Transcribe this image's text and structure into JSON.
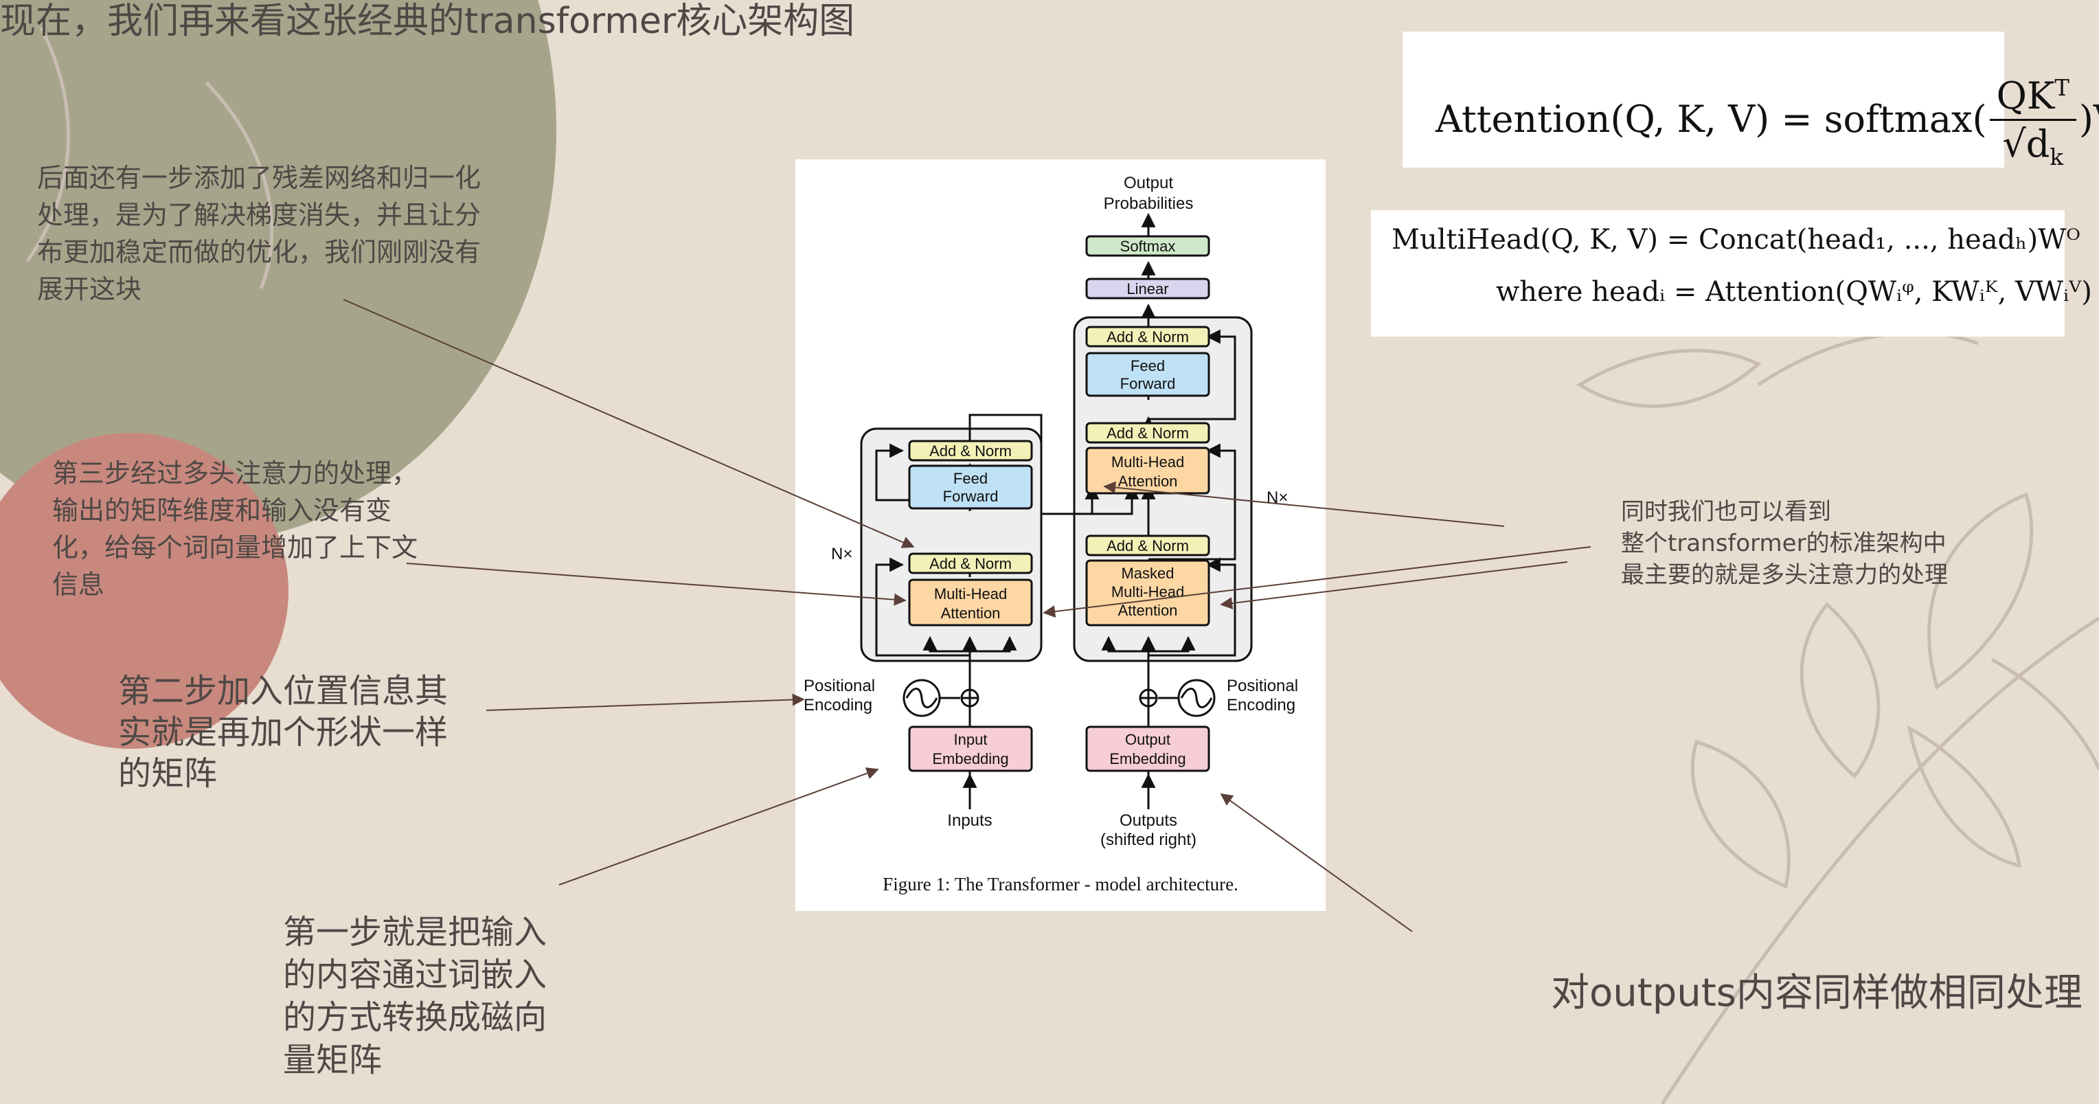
{
  "slide": {
    "title": "现在，我们再来看这张经典的transformer核心架构图",
    "notes": {
      "residual": "后面还有一步添加了残差网络和归一化处理，是为了解决梯度消失，并且让分布更加稳定而做的优化，我们刚刚没有展开这块",
      "attention": "第三步经过多头注意力的处理，输出的矩阵维度和输入没有变化，给每个词向量增加了上下文信息",
      "position": "第二步加入位置信息其实就是再加个形状一样的矩阵",
      "embedding": "第一步就是把输入的内容通过词嵌入的方式转换成磁向量矩阵",
      "multihead_l1": "同时我们也可以看到",
      "multihead_l2": "整个transformer的标准架构中",
      "multihead_l3": "最主要的就是多头注意力的处理",
      "outputs": "对outputs内容同样做相同处理"
    }
  },
  "formulas": {
    "attention": {
      "lhs": "Attention(Q, K, V) = softmax(",
      "num": "QK",
      "num_sup": "T",
      "den": "√d",
      "den_sub": "k",
      "rhs": ")V"
    },
    "multihead": {
      "line1": "MultiHead(Q, K, V) = Concat(head₁, ..., headₕ)Wᴼ",
      "line2": "where headᵢ = Attention(QWᵢᵠ, KWᵢᴷ, VWᵢⱽ)"
    }
  },
  "figure": {
    "caption": "Figure 1: The Transformer - model architecture.",
    "output_prob_l1": "Output",
    "output_prob_l2": "Probabilities",
    "softmax": "Softmax",
    "linear": "Linear",
    "add_norm": "Add & Norm",
    "feed_l1": "Feed",
    "feed_l2": "Forward",
    "mha_l1": "Multi-Head",
    "mha_l2": "Attention",
    "masked_l1": "Masked",
    "masked_l2": "Multi-Head",
    "masked_l3": "Attention",
    "nx": "N×",
    "pos_l1": "Positional",
    "pos_l2": "Encoding",
    "in_emb_l1": "Input",
    "in_emb_l2": "Embedding",
    "out_emb_l1": "Output",
    "out_emb_l2": "Embedding",
    "inputs": "Inputs",
    "outputs_l1": "Outputs",
    "outputs_l2": "(shifted right)"
  },
  "colors": {
    "background": "#e7ddd1",
    "olive_circle": "#a6a58b",
    "red_circle": "#c8887e",
    "softmax_box": "#cfe8c9",
    "linear_box": "#d9d5ee",
    "add_norm_box": "#f3f1b7",
    "feed_forward_box": "#bfe1f5",
    "attention_box": "#fcd7a4",
    "embedding_box": "#f7ced6",
    "stack_box": "#eeeeef",
    "annotation_arrow": "#5a4038"
  }
}
